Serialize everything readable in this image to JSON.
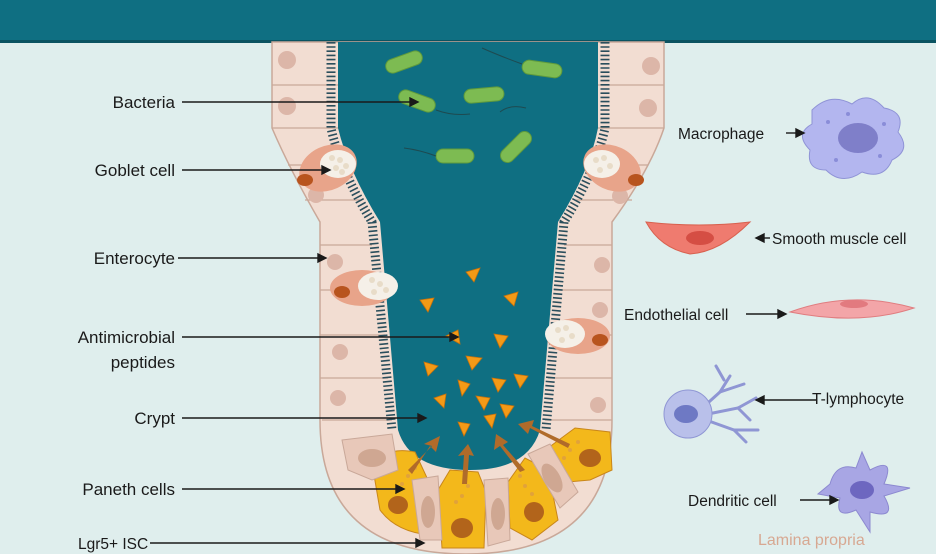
{
  "labels": {
    "bacteria": "Bacteria",
    "goblet": "Goblet cell",
    "enterocyte": "Enterocyte",
    "amp_line1": "Antimicrobial",
    "amp_line2": "peptides",
    "crypt": "Crypt",
    "paneth": "Paneth cells",
    "lgr5": "Lgr5+ ISC",
    "macrophage": "Macrophage",
    "smooth_muscle": "Smooth muscle cell",
    "endothelial": "Endothelial cell",
    "t_lymphocyte": "T-lymphocyte",
    "dendritic": "Dendritic cell",
    "lamina_propria": "Lamina propria"
  },
  "colors": {
    "background": "#dfeeed",
    "lumen": "#0f6f82",
    "epithelium": "#f2ddd2",
    "bacteria": "#7dbb52",
    "peptides": "#f39a17",
    "paneth": "#f3b81b",
    "macrophage": "#b3b6ef",
    "smooth_muscle": "#ef7b6f",
    "endothelial": "#f3a5a8",
    "t_lymphocyte": "#b9c0ea",
    "dendritic": "#a8a6e4"
  }
}
